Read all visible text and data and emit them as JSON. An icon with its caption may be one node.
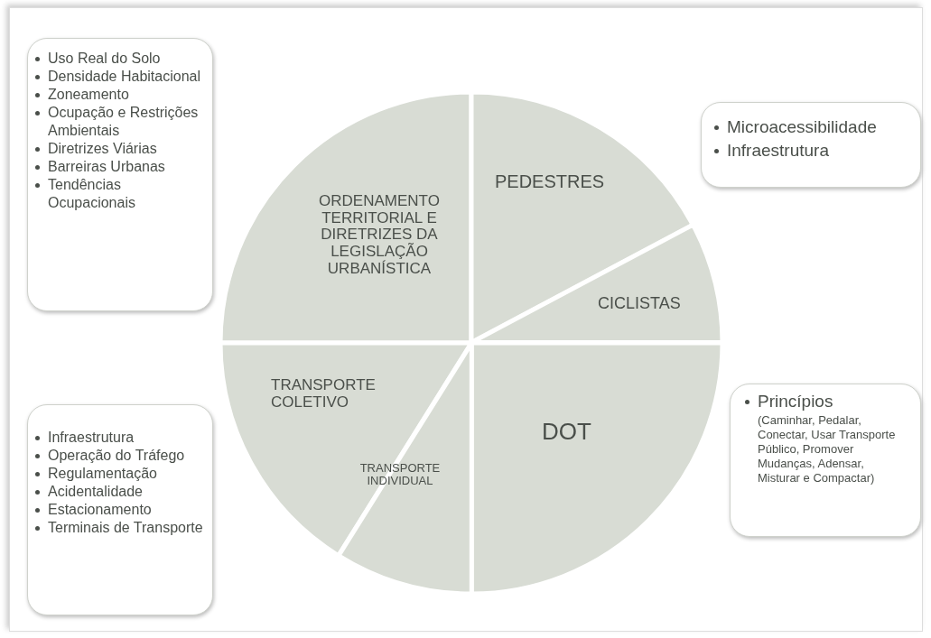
{
  "diagram": {
    "nodes": [
      {
        "text": [
          "Uso Real do Solo",
          "Densidade Habitacional",
          "Zoneamento",
          "Ocupação e Restrições Ambientais",
          "Diretrizes Viárias",
          "Barreiras Urbanas",
          "Tendências Ocupacionais"
        ]
      },
      {
        "text": [
          "ORDENAMENTO TERRITORIAL E DIRETRIZES DA LEGISLAÇÃO URBANÍSTICA"
        ]
      },
      {
        "text": [
          "Microacessibilidade",
          "Infraestrutura"
        ]
      },
      {
        "text": [
          "PEDESTRES"
        ]
      },
      {
        "text": [
          "CICLISTAS"
        ]
      },
      {
        "text": [
          "DOT"
        ]
      },
      {
        "text": [
          "Princípios",
          "(Caminhar, Pedalar, Conectar, Usar Transporte Público, Promover Mudanças, Adensar, Misturar e Compactar)"
        ]
      },
      {
        "text": [
          "TRANSPORTE COLETIVO"
        ]
      },
      {
        "text": [
          "Infraestrutura",
          "Operação do Tráfego",
          "Regulamentação",
          "Acidentalidade",
          "Estacionamento",
          "Terminais de Transporte"
        ]
      },
      {
        "text": [
          "TRANSPORTE INDIVIDUAL"
        ]
      }
    ],
    "edges": []
  }
}
